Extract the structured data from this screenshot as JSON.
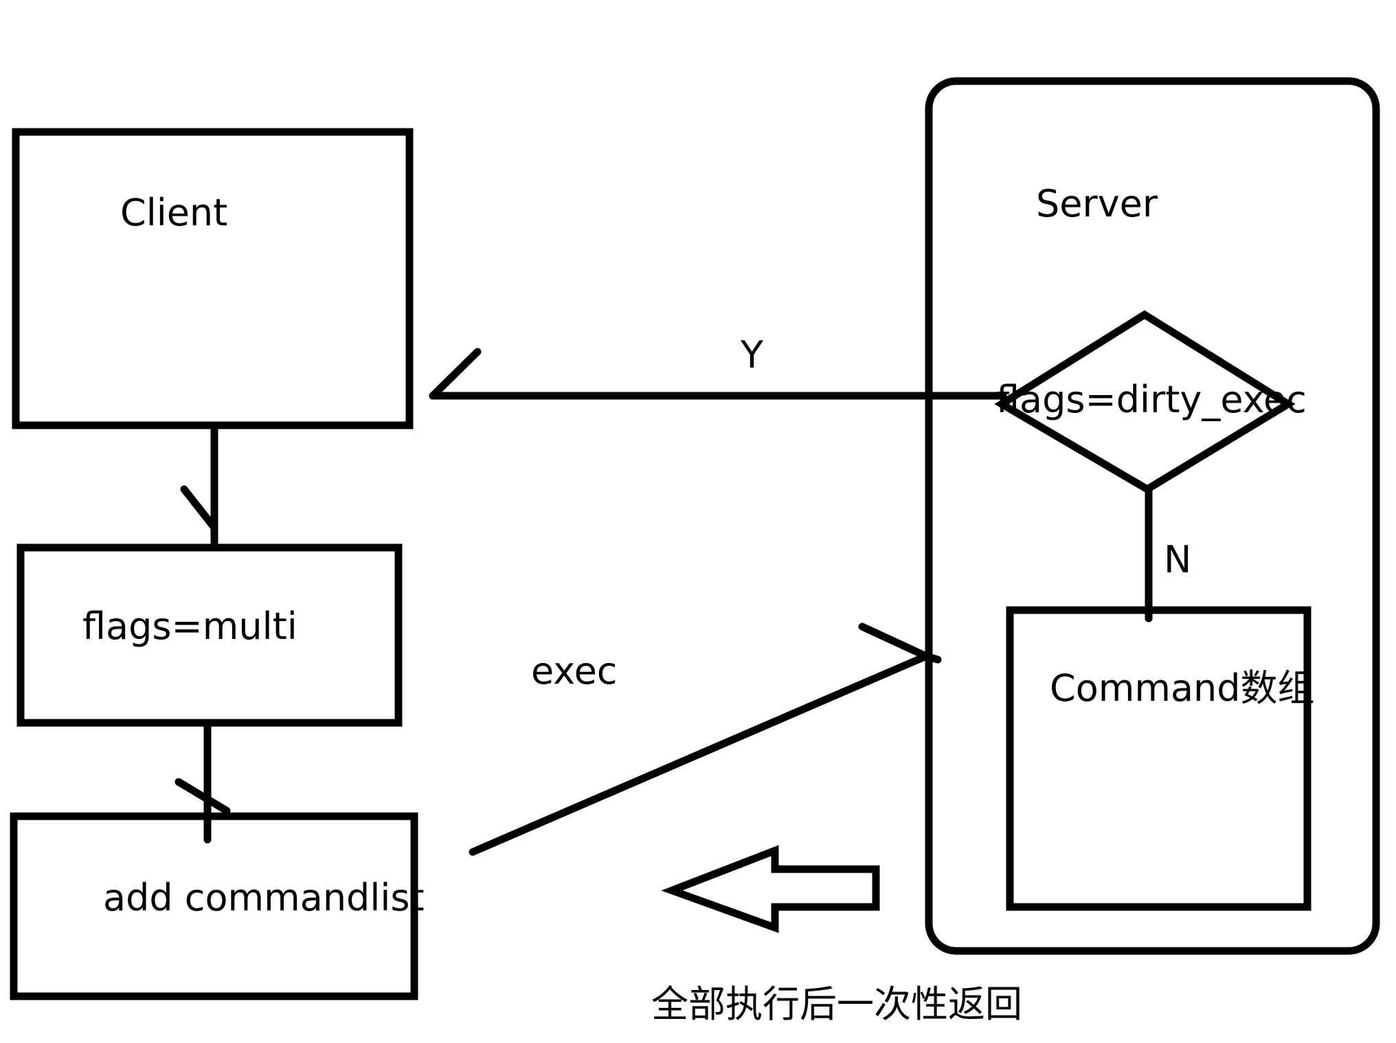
{
  "diagram": {
    "client_label": "Client",
    "multi_label": "flags=multi",
    "commandlist_label": "add commandlist",
    "server_label": "Server",
    "decision_label": "flags=dirty_exec",
    "command_array_label": "Command数组",
    "edge_yes_label": "Y",
    "edge_no_label": "N",
    "edge_exec_label": "exec",
    "return_note": "全部执行后一次性返回"
  },
  "colors": {
    "stroke": "#000000",
    "background": "#ffffff"
  }
}
